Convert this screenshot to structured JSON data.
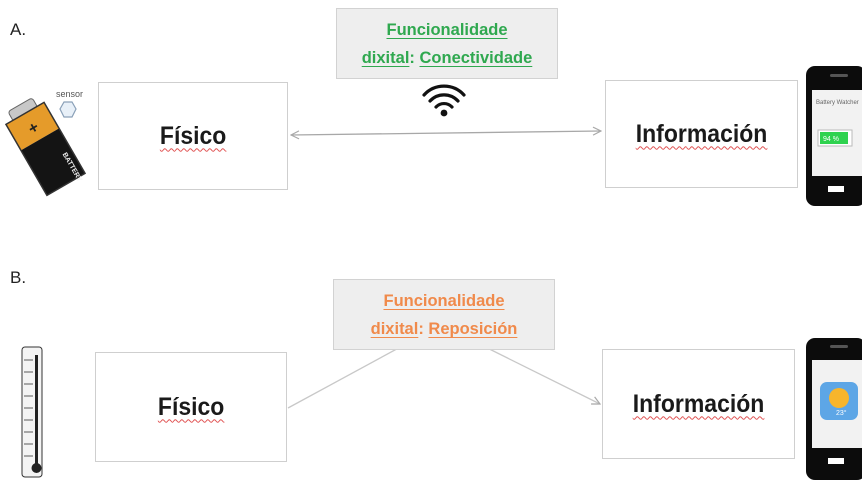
{
  "panels": [
    {
      "label": "A.",
      "left_box": "Físico",
      "right_box": "Información",
      "callout_line1": "Funcionalidade",
      "callout_line2_a": "dixital",
      "callout_line2_sep": ": ",
      "callout_line2_b": "Conectividade",
      "callout_color": "#2fa84f",
      "left_icon": "battery-with-sensor-icon",
      "right_icon": "smartphone-battery-watcher-icon",
      "connector_icon": "wifi-icon",
      "sensor_label": "sensor",
      "battery_text": "BATTERY",
      "phone_app_title": "Battery Watcher",
      "battery_percent": "94 %"
    },
    {
      "label": "B.",
      "left_box": "Físico",
      "right_box": "Información",
      "callout_line1": "Funcionalidade",
      "callout_line2_a": "dixital",
      "callout_line2_sep": ": ",
      "callout_line2_b": "Reposición",
      "callout_color": "#f08a4b",
      "left_icon": "thermometer-icon",
      "right_icon": "smartphone-weather-icon",
      "weather_temp": "23°"
    }
  ]
}
